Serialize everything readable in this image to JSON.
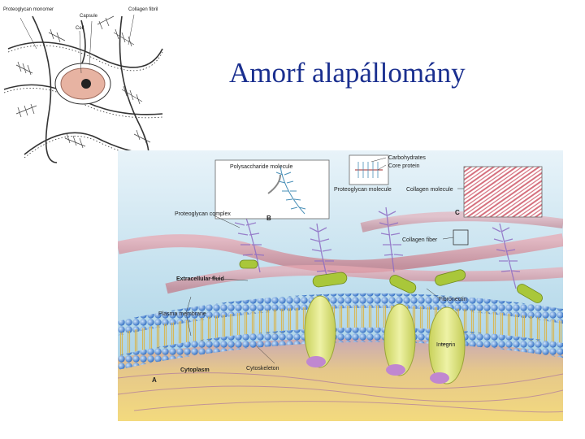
{
  "slide": {
    "title": "Amorf alapállomány"
  },
  "sketch": {
    "labels": {
      "proteoglycan": "Proteoglycan monomer",
      "capsule": "Capsule",
      "collagen": "Collagen fibril",
      "cell": "Cell"
    }
  },
  "figure": {
    "labels": {
      "carbohydrates": "Carbohydrates",
      "core_protein": "Core protein",
      "polysaccharide": "Polysaccharide molecule",
      "proteoglycan_molecule": "Proteoglycan molecule",
      "collagen_molecule": "Collagen molecule",
      "proteoglycan_complex": "Proteoglycan complex",
      "collagen_fiber": "Collagen fiber",
      "extracellular_fluid": "Extracellular fluid",
      "fibronectin": "Fibronectin",
      "plasma_membrane": "Plasma membrane",
      "integrin": "Integrin",
      "cytoplasm": "Cytoplasm",
      "cytoskeleton": "Cytoskeleton"
    },
    "letters": {
      "a": "A",
      "b": "B",
      "c": "C"
    }
  },
  "colors": {
    "title": "#1a2f8f",
    "membrane_head": "#3f7fd0",
    "integrin": "#dfe680",
    "cytoplasm": "#f0d58a",
    "extracellular": "#cfe6f3",
    "collagen": "#d78c96",
    "proteoglycan": "#9a7fc8"
  }
}
